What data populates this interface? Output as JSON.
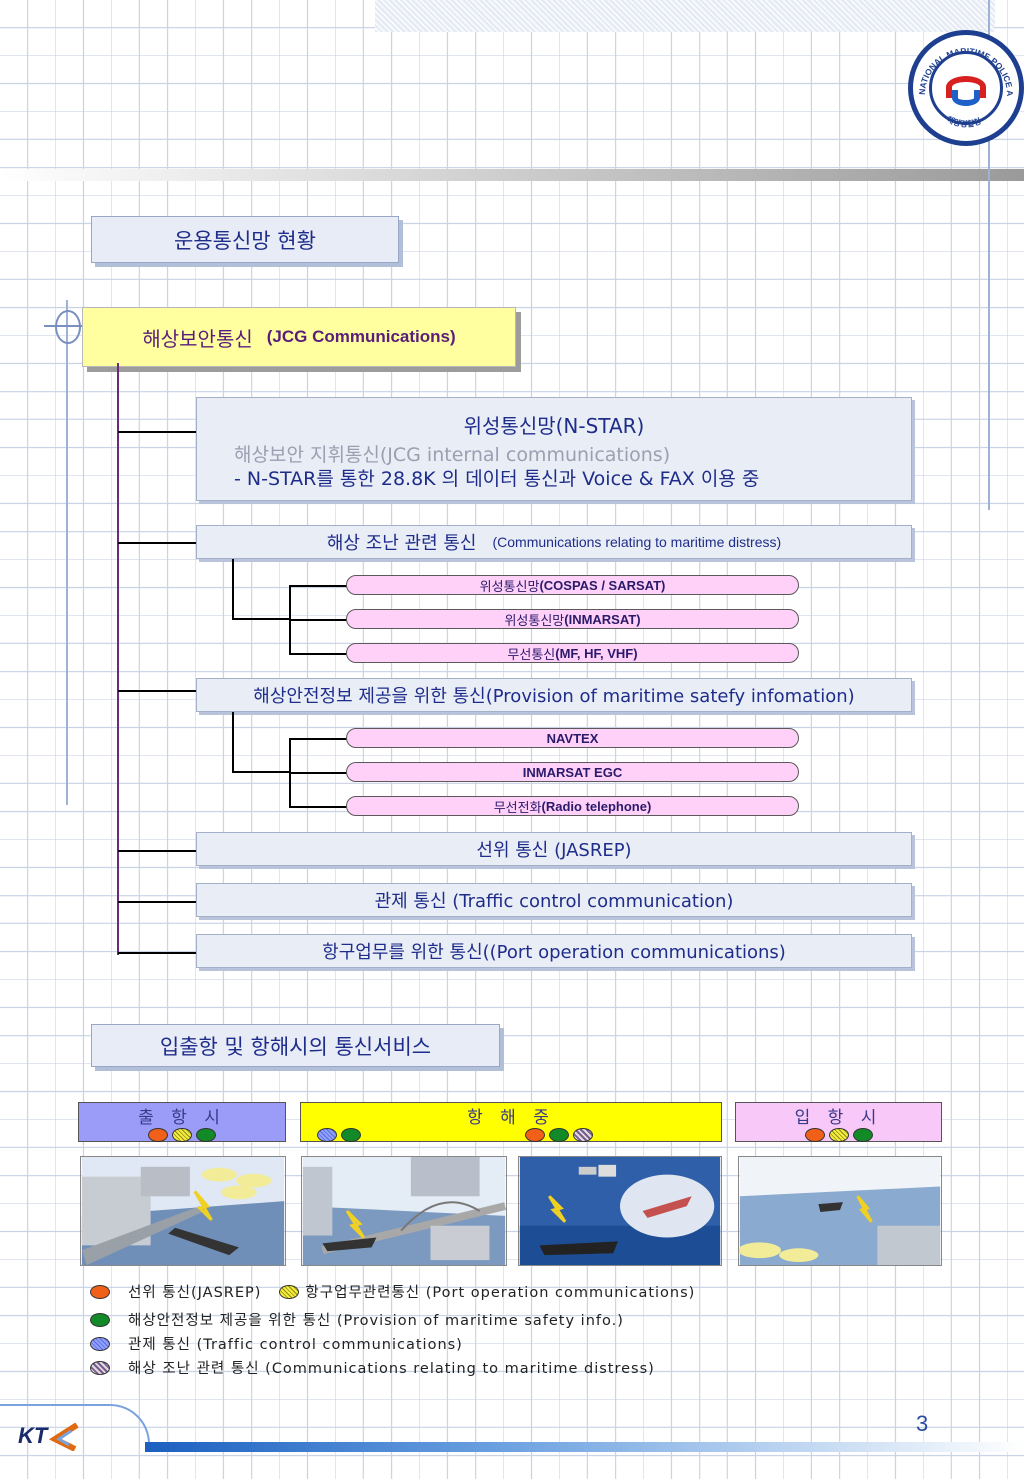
{
  "header": {
    "seal_text": "NATIONAL MARITIME POLICE AGENCY",
    "seal_text_ko": "해양경찰청"
  },
  "section1": {
    "title": "운용통신망 현황",
    "root": {
      "ko": "해상보안통신",
      "en": "(JCG Communications)"
    },
    "nstar": {
      "title": "위성통신망(N-STAR)",
      "subtitle": "해상보안 지휘통신(JCG internal communications)",
      "desc": "- N-STAR를 통한 28.8K 의 데이터 통신과 Voice & FAX 이용 중"
    },
    "distress": {
      "ko": "해상 조난 관련 통신",
      "en": "(Communications relating to maritime distress)",
      "items": [
        {
          "ko": "위성통신망",
          "en": "(COSPAS / SARSAT)"
        },
        {
          "ko": "위성통신망",
          "en": "(INMARSAT)"
        },
        {
          "ko": "무선통신",
          "en": "(MF, HF, VHF)"
        }
      ]
    },
    "safety": {
      "label": "해상안전정보 제공을 위한 통신(Provision of maritime satefy infomation)",
      "items": [
        {
          "ko": "",
          "en": "NAVTEX"
        },
        {
          "ko": "",
          "en": "INMARSAT EGC"
        },
        {
          "ko": "무선전화",
          "en": " (Radio telephone)"
        }
      ]
    },
    "jasrep": "선위 통신   (JASREP)",
    "traffic": "관제 통신 (Traffic control communication)",
    "port": "항구업무를 위한 통신((Port operation communications)"
  },
  "section2": {
    "title": "입출항 및 항해시의 통신서비스",
    "columns": [
      {
        "label": "출 항 시",
        "color": "#9a9cf8"
      },
      {
        "label": "항 해 중",
        "color": "#ffff00"
      },
      {
        "label": "입 항 시",
        "color": "#f8c8f8"
      }
    ],
    "legend": [
      {
        "icon": "orange-dot",
        "text": "선위 통신(JASREP)",
        "icon2": "yellow-hatched-dot",
        "text2": "항구업무관련통신 (Port operation communications)"
      },
      {
        "icon": "green-dot",
        "text": "해상안전정보 제공을 위한 통신 (Provision of maritime safety info.)"
      },
      {
        "icon": "blue-hatched-dot",
        "text": "관제 통신 (Traffic control communications)"
      },
      {
        "icon": "checkered-dot",
        "text": "해상 조난 관련 통신 (Communications relating to maritime distress)"
      }
    ]
  },
  "footer": {
    "page_number": "3",
    "logo_text": "KT"
  }
}
